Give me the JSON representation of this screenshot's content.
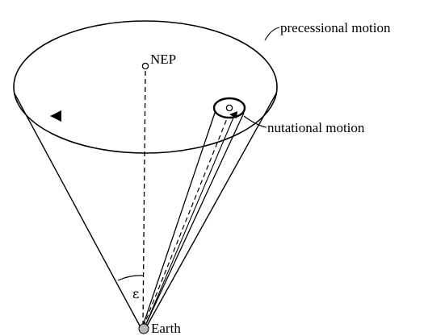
{
  "labels": {
    "precessional": "precessional motion",
    "nep": "NEP",
    "nutational": "nutational motion",
    "earth": "Earth",
    "obliquity": "ε"
  },
  "colors": {
    "stroke": "#000000",
    "earth_fill": "#b8b8b8",
    "background": "#ffffff"
  }
}
